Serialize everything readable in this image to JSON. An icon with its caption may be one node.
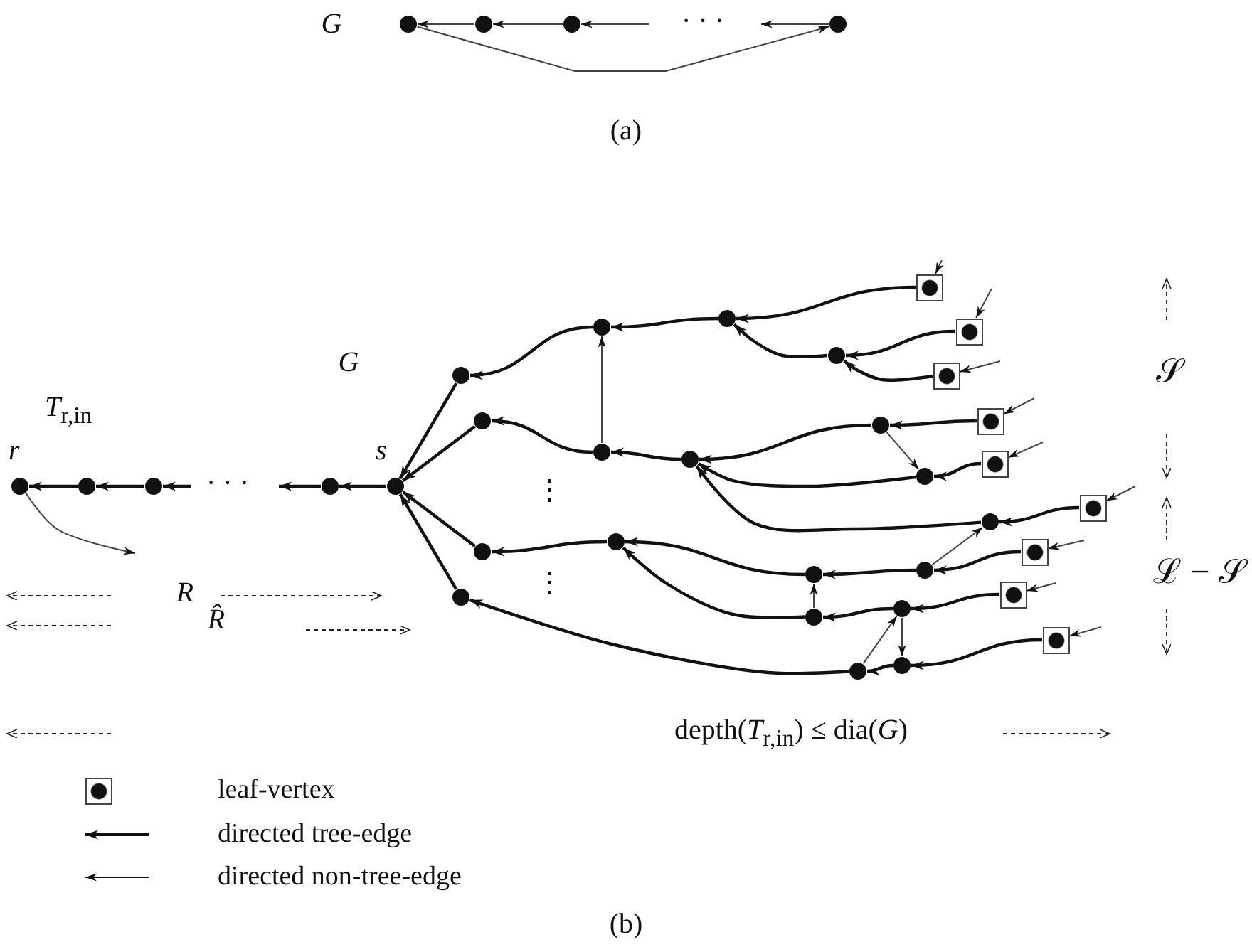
{
  "diagram": {
    "nodes": [
      {
        "text": [],
        "shape": "circle"
      },
      {
        "text": [],
        "shape": "circle"
      },
      {
        "text": [],
        "shape": "circle"
      },
      {
        "text": [],
        "shape": "circle"
      },
      {
        "text": [],
        "shape": "circle",
        "beside": [
          "r"
        ]
      },
      {
        "text": [],
        "shape": "circle"
      },
      {
        "text": [],
        "shape": "circle"
      },
      {
        "text": [],
        "shape": "circle"
      },
      {
        "text": [],
        "shape": "circle",
        "beside": [
          "s"
        ]
      },
      {
        "text": [],
        "shape": "circle"
      },
      {
        "text": [],
        "shape": "circle"
      },
      {
        "text": [],
        "shape": "circle"
      },
      {
        "text": [],
        "shape": "circle"
      },
      {
        "text": [],
        "shape": "circle"
      },
      {
        "text": [],
        "shape": "circle"
      },
      {
        "text": [],
        "shape": "circle"
      },
      {
        "text": [],
        "shape": "circle"
      },
      {
        "text": [],
        "shape": "circle"
      },
      {
        "text": [],
        "shape": "circle"
      },
      {
        "text": [],
        "shape": "circle"
      },
      {
        "text": [],
        "shape": "circle"
      },
      {
        "text": [],
        "shape": "circle"
      },
      {
        "text": [],
        "shape": "circle"
      },
      {
        "text": [],
        "shape": "circle"
      },
      {
        "text": [],
        "shape": "circle"
      },
      {
        "text": [],
        "shape": "circle"
      },
      {
        "text": [],
        "shape": "circle"
      },
      {
        "text": [],
        "shape": "box"
      },
      {
        "text": [],
        "shape": "box"
      },
      {
        "text": [],
        "shape": "box"
      },
      {
        "text": [],
        "shape": "circle"
      },
      {
        "text": [],
        "shape": "box"
      },
      {
        "text": [],
        "shape": "box"
      },
      {
        "text": [],
        "shape": "box"
      },
      {
        "text": [],
        "shape": "box"
      },
      {
        "text": [],
        "shape": "box"
      },
      {
        "text": [],
        "shape": "box"
      }
    ],
    "edges": [
      {
        "from": 1,
        "to": 0,
        "arrow": "to",
        "color": "#444444"
      },
      {
        "from": 2,
        "to": 1,
        "arrow": "to",
        "color": "#444444"
      },
      {
        "from": null,
        "to": 2,
        "arrow": "to",
        "color": "#444444"
      },
      {
        "from": 3,
        "to": null,
        "arrow": "to",
        "color": "#444444"
      },
      {
        "from": 0,
        "to": 3,
        "arrow": "to",
        "color": "#444444"
      },
      {
        "from": 5,
        "to": 4,
        "arrow": "to"
      },
      {
        "from": 6,
        "to": 5,
        "arrow": "to"
      },
      {
        "from": null,
        "to": 6,
        "arrow": "to"
      },
      {
        "from": 7,
        "to": null,
        "arrow": "to"
      },
      {
        "from": 8,
        "to": 7,
        "arrow": "to"
      },
      {
        "from": 4,
        "to": null,
        "arrow": "to",
        "color": "#444444"
      },
      {
        "from": 9,
        "to": 8,
        "arrow": "to"
      },
      {
        "from": 10,
        "to": 8,
        "arrow": "to"
      },
      {
        "from": 11,
        "to": 8,
        "arrow": "to"
      },
      {
        "from": 12,
        "to": 8,
        "arrow": "to"
      },
      {
        "from": 13,
        "to": 9,
        "arrow": "to"
      },
      {
        "from": 14,
        "to": 10,
        "arrow": "to"
      },
      {
        "from": 15,
        "to": 11,
        "arrow": "to"
      },
      {
        "from": 21,
        "to": 12,
        "arrow": "to"
      },
      {
        "from": 17,
        "to": 13,
        "arrow": "to"
      },
      {
        "from": 16,
        "to": 14,
        "arrow": "to"
      },
      {
        "from": 18,
        "to": 15,
        "arrow": "to"
      },
      {
        "from": 19,
        "to": 15,
        "arrow": "to"
      },
      {
        "from": 27,
        "to": 17,
        "arrow": "to"
      },
      {
        "from": 20,
        "to": 17,
        "arrow": "to"
      },
      {
        "from": 29,
        "to": 20,
        "arrow": "to"
      },
      {
        "from": 28,
        "to": 20,
        "arrow": "to"
      },
      {
        "from": 22,
        "to": 16,
        "arrow": "to"
      },
      {
        "from": 25,
        "to": 16,
        "arrow": "to"
      },
      {
        "from": 30,
        "to": 16,
        "arrow": "to"
      },
      {
        "from": 31,
        "to": 22,
        "arrow": "to"
      },
      {
        "from": 32,
        "to": 25,
        "arrow": "to"
      },
      {
        "from": 36,
        "to": 30,
        "arrow": "to"
      },
      {
        "from": 26,
        "to": 18,
        "arrow": "to"
      },
      {
        "from": 34,
        "to": 26,
        "arrow": "to"
      },
      {
        "from": 23,
        "to": 19,
        "arrow": "to"
      },
      {
        "from": 33,
        "to": 23,
        "arrow": "to"
      },
      {
        "from": 24,
        "to": 21,
        "arrow": "to"
      },
      {
        "from": 35,
        "to": 24,
        "arrow": "to"
      },
      {
        "from": 14,
        "to": 13,
        "arrow": "to",
        "color": "#444444"
      },
      {
        "from": 22,
        "to": 25,
        "arrow": "to",
        "color": "#444444"
      },
      {
        "from": 26,
        "to": 30,
        "arrow": "to",
        "color": "#444444"
      },
      {
        "from": 19,
        "to": 18,
        "arrow": "to",
        "color": "#444444"
      },
      {
        "from": 23,
        "to": 24,
        "arrow": "to",
        "color": "#444444"
      },
      {
        "from": 21,
        "to": 23,
        "arrow": "to",
        "color": "#444444"
      },
      {
        "from": null,
        "to": 27,
        "arrow": "to",
        "color": "#444444"
      },
      {
        "from": null,
        "to": 29,
        "arrow": "to",
        "color": "#444444"
      },
      {
        "from": null,
        "to": 28,
        "arrow": "to",
        "color": "#444444"
      },
      {
        "from": null,
        "to": 31,
        "arrow": "to",
        "color": "#444444"
      },
      {
        "from": null,
        "to": 32,
        "arrow": "to",
        "color": "#444444"
      },
      {
        "from": null,
        "to": 36,
        "arrow": "to",
        "color": "#444444"
      },
      {
        "from": null,
        "to": 34,
        "arrow": "to",
        "color": "#444444"
      },
      {
        "from": null,
        "to": 33,
        "arrow": "to",
        "color": "#444444"
      },
      {
        "from": null,
        "to": 35,
        "arrow": "to",
        "color": "#444444"
      }
    ],
    "labels": [
      "G",
      "· · ·",
      "(a)",
      "G",
      "𝒮",
      "*T*$_{r,in}$",
      "· · ·",
      "⋮",
      "ℒ − 𝒮",
      "⋮",
      "R",
      "R̂",
      "depth(*T*$_{r,in}$) ≤ dia(*G*)",
      "(b)"
    ],
    "legend": [
      {
        "text": "leaf-vertex"
      },
      {
        "text": "directed tree-edge"
      },
      {
        "text": "directed non-tree-edge"
      }
    ]
  }
}
